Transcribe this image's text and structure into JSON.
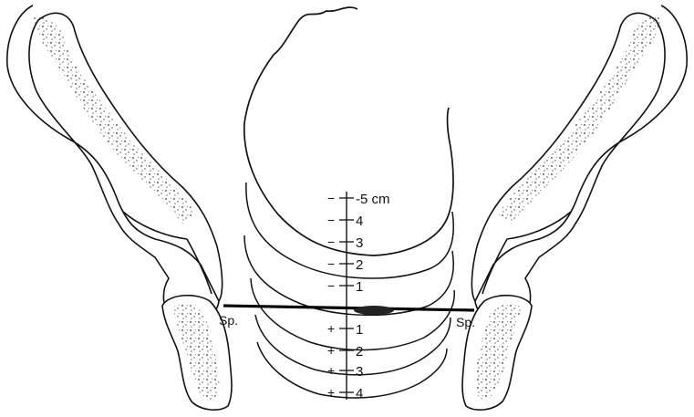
{
  "scale": {
    "unit_label": "cm",
    "labels": [
      {
        "text": "-5 cm"
      },
      {
        "text": "4"
      },
      {
        "text": "3"
      },
      {
        "text": "2"
      },
      {
        "text": "1"
      },
      {
        "text": "1"
      },
      {
        "text": "2"
      },
      {
        "text": "3"
      },
      {
        "text": "4"
      }
    ]
  },
  "spines": {
    "left": "Sp.",
    "right": "Sp."
  }
}
